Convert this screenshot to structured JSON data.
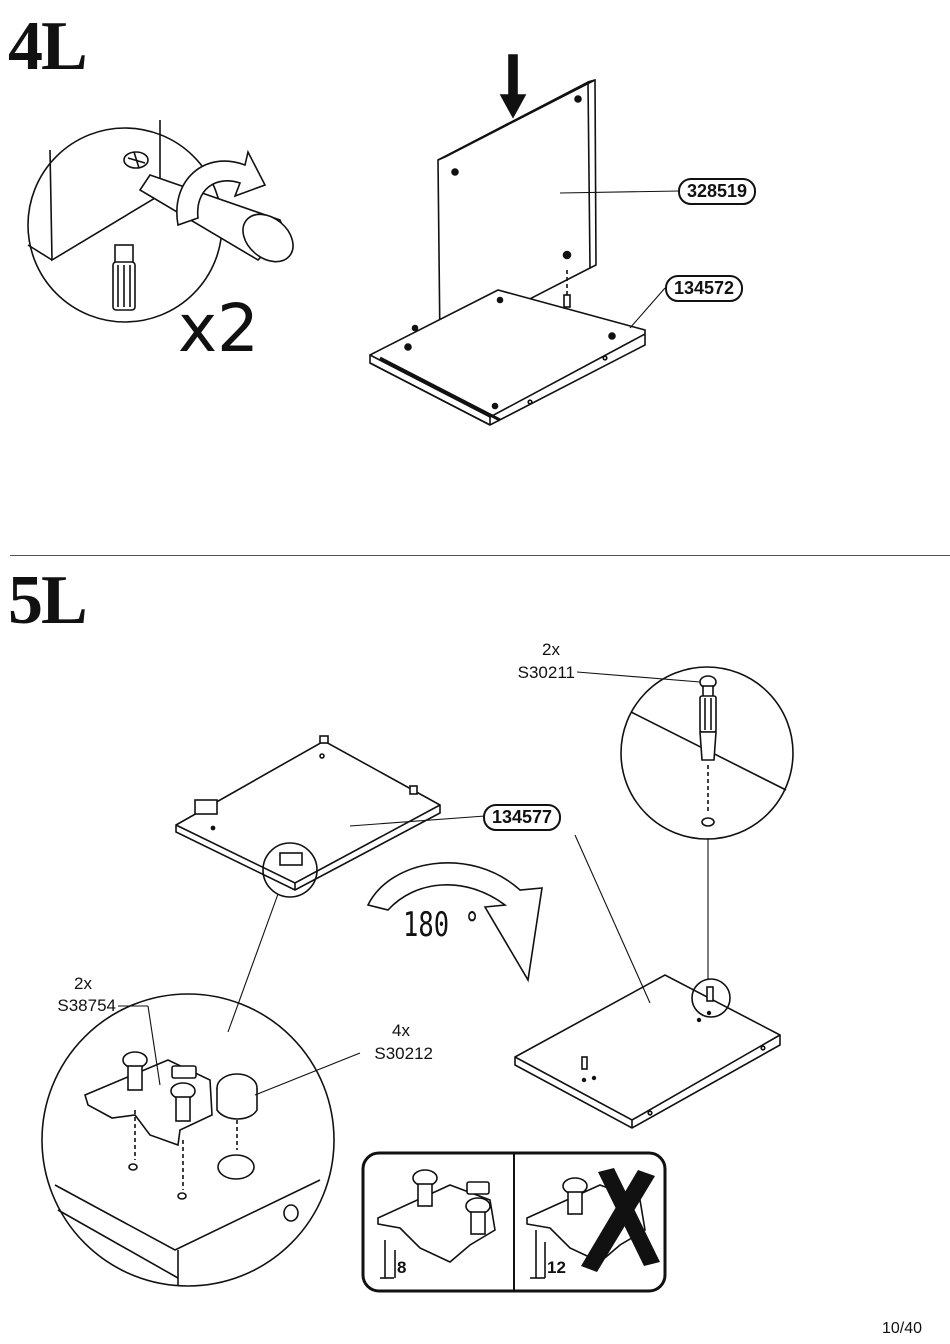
{
  "steps": {
    "step4": {
      "number": "4L",
      "multiplier": "x2",
      "parts": {
        "panel": "328519",
        "base": "134572"
      }
    },
    "step5": {
      "number": "5L",
      "rotation": "180 °",
      "parts": {
        "board": "134577"
      },
      "hardware_top": {
        "qty": "2x",
        "code": "S30211"
      },
      "hardware_left": {
        "qty": "2x",
        "code": "S38754"
      },
      "hardware_right": {
        "qty": "4x",
        "code": "S30212"
      },
      "detail_good_measure": "8",
      "detail_bad_measure": "12"
    }
  },
  "footer": {
    "page": "10/40"
  }
}
